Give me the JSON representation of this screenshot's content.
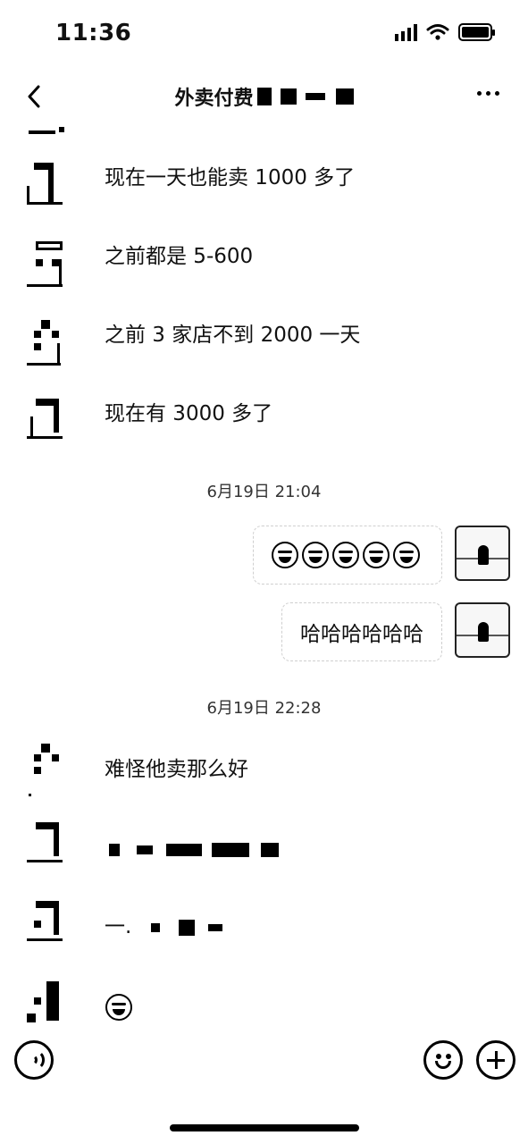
{
  "status_bar": {
    "time": "11:36"
  },
  "nav": {
    "title": "外卖付费",
    "back_icon": "chevron-left-icon",
    "more_icon": "more-horizontal-icon"
  },
  "messages": [
    {
      "side": "left",
      "text": "现在一天也能卖 1000 多了"
    },
    {
      "side": "left",
      "text": "之前都是 5-600"
    },
    {
      "side": "left",
      "text": "之前 3 家店不到 2000 一天"
    },
    {
      "side": "left",
      "text": "现在有 3000 多了"
    },
    {
      "side": "right",
      "kind": "emoji",
      "emoji_name": "laughing-tears-emoji",
      "count": 5
    },
    {
      "side": "right",
      "text": "哈哈哈哈哈哈"
    },
    {
      "side": "left",
      "text": "难怪他卖那么好"
    },
    {
      "side": "left",
      "text": "一."
    },
    {
      "side": "left",
      "kind": "emoji",
      "emoji_name": "dizzy-face-emoji"
    }
  ],
  "timestamps": [
    "6月19日 21:04",
    "6月19日 22:28"
  ],
  "input_bar": {
    "voice_icon": "voice-icon",
    "emoji_icon": "smiley-icon",
    "plus_icon": "plus-icon"
  },
  "colors": {
    "background": "#ffffff",
    "text": "#111111",
    "bubble_border": "#cfcfcf"
  }
}
